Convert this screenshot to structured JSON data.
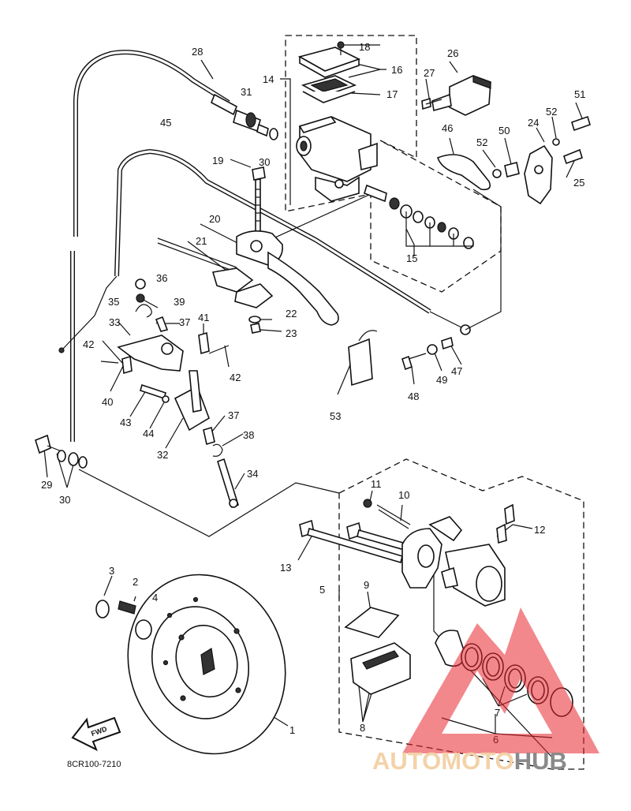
{
  "diagram": {
    "code": "8CR100-7210",
    "fwd_label": "FWD",
    "callouts": [
      "1",
      "2",
      "3",
      "4",
      "5",
      "6",
      "7",
      "8",
      "9",
      "10",
      "11",
      "12",
      "13",
      "14",
      "15",
      "16",
      "17",
      "18",
      "19",
      "20",
      "21",
      "22",
      "23",
      "24",
      "25",
      "26",
      "27",
      "28",
      "29",
      "30",
      "30",
      "31",
      "32",
      "33",
      "34",
      "35",
      "36",
      "37",
      "37",
      "38",
      "39",
      "40",
      "41",
      "42",
      "42",
      "43",
      "44",
      "45",
      "46",
      "47",
      "48",
      "49",
      "50",
      "51",
      "52",
      "52",
      "53"
    ]
  },
  "watermark": {
    "word_a": "AUTOMOTO",
    "word_b": "HUB",
    "color_a": "#f3d2a8",
    "color_b": "#8a8a8a",
    "logo_color": "#e8262d"
  }
}
